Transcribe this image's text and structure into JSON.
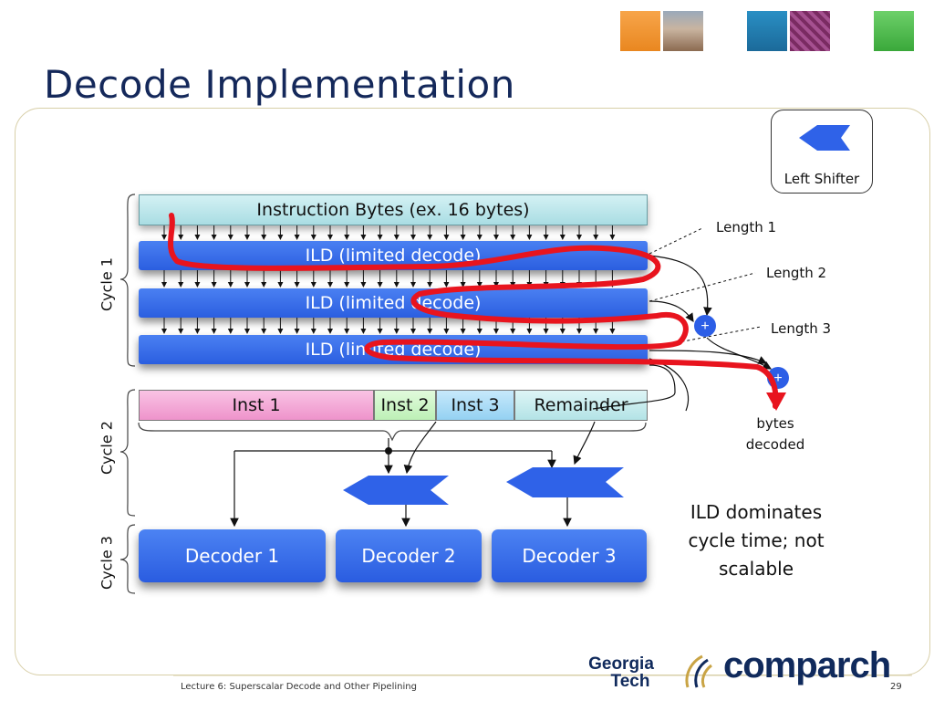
{
  "title": "Decode Implementation",
  "top_bar": "Instruction Bytes (ex. 16 bytes)",
  "ild_rows": [
    "ILD (limited decode)",
    "ILD (limited decode)",
    "ILD (limited decode)"
  ],
  "cycles": [
    "Cycle 1",
    "Cycle 2",
    "Cycle 3"
  ],
  "segments": [
    "Inst 1",
    "Inst 2",
    "Inst 3",
    "Remainder"
  ],
  "decoders": [
    "Decoder 1",
    "Decoder 2",
    "Decoder 3"
  ],
  "lengths": [
    "Length 1",
    "Length 2",
    "Length 3"
  ],
  "plus_symbol": "+",
  "bytes_decoded": [
    "bytes",
    "decoded"
  ],
  "legend_label": "Left Shifter",
  "note_lines": [
    "ILD dominates",
    "cycle time; not",
    "scalable"
  ],
  "footer": "Lecture 6: Superscalar Decode and Other Pipelining",
  "page_number": "29",
  "logo": {
    "georgia": "Georgia",
    "tech": "Tech",
    "comparch": "comparch"
  },
  "colors": {
    "title": "#14285a",
    "ild_blue": "#2b5ee0",
    "annotation_red": "#e8141e",
    "inst1_pink": "#f2a6d3",
    "inst2_green": "#cdf5c8",
    "inst3_blue": "#a9dcf5",
    "remainder": "#c9ecee"
  }
}
